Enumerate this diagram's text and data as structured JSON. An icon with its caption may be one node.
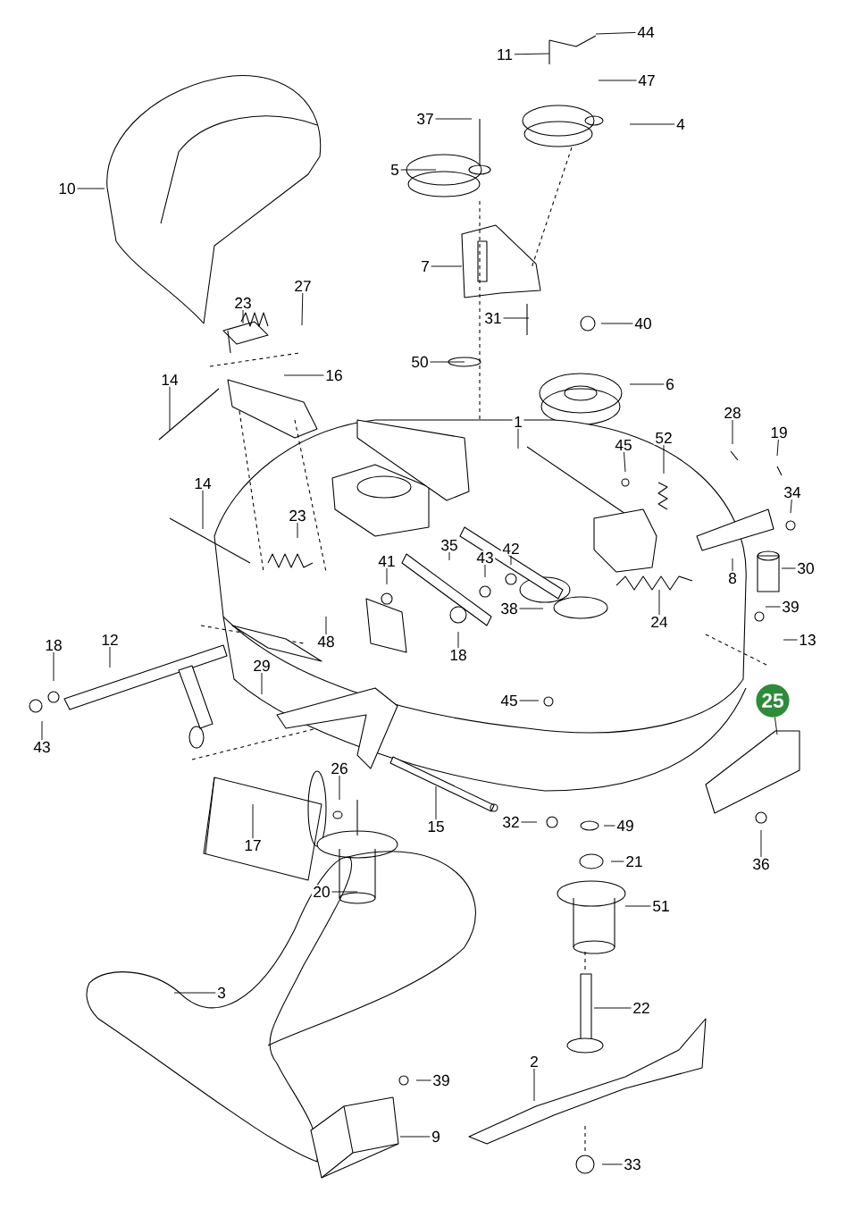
{
  "diagram": {
    "nodes": [
      {
        "text": [
          "44"
        ]
      },
      {
        "text": [
          "11"
        ]
      },
      {
        "text": [
          "47"
        ]
      },
      {
        "text": [
          "37"
        ]
      },
      {
        "text": [
          "4"
        ]
      },
      {
        "text": [
          "5"
        ]
      },
      {
        "text": [
          "10"
        ]
      },
      {
        "text": [
          "7"
        ]
      },
      {
        "text": [
          "27"
        ]
      },
      {
        "text": [
          "31"
        ]
      },
      {
        "text": [
          "40"
        ]
      },
      {
        "text": [
          "23"
        ]
      },
      {
        "text": [
          "16"
        ]
      },
      {
        "text": [
          "50"
        ]
      },
      {
        "text": [
          "6"
        ]
      },
      {
        "text": [
          "14"
        ]
      },
      {
        "text": [
          "1"
        ]
      },
      {
        "text": [
          "28"
        ]
      },
      {
        "text": [
          "19"
        ]
      },
      {
        "text": [
          "45"
        ]
      },
      {
        "text": [
          "52"
        ]
      },
      {
        "text": [
          "34"
        ]
      },
      {
        "text": [
          "14"
        ]
      },
      {
        "text": [
          "23"
        ]
      },
      {
        "text": [
          "35"
        ]
      },
      {
        "text": [
          "42"
        ]
      },
      {
        "text": [
          "43"
        ]
      },
      {
        "text": [
          "41"
        ]
      },
      {
        "text": [
          "30"
        ]
      },
      {
        "text": [
          "8"
        ]
      },
      {
        "text": [
          "38"
        ]
      },
      {
        "text": [
          "24"
        ]
      },
      {
        "text": [
          "39"
        ]
      },
      {
        "text": [
          "12"
        ]
      },
      {
        "text": [
          "18"
        ]
      },
      {
        "text": [
          "18"
        ]
      },
      {
        "text": [
          "48"
        ]
      },
      {
        "text": [
          "13"
        ]
      },
      {
        "text": [
          "29"
        ]
      },
      {
        "text": [
          "25"
        ]
      },
      {
        "text": [
          "45"
        ]
      },
      {
        "text": [
          "43"
        ]
      },
      {
        "text": [
          "26"
        ]
      },
      {
        "text": [
          "15"
        ]
      },
      {
        "text": [
          "32"
        ]
      },
      {
        "text": [
          "49"
        ]
      },
      {
        "text": [
          "17"
        ]
      },
      {
        "text": [
          "36"
        ]
      },
      {
        "text": [
          "21"
        ]
      },
      {
        "text": [
          "20"
        ]
      },
      {
        "text": [
          "51"
        ]
      },
      {
        "text": [
          "3"
        ]
      },
      {
        "text": [
          "22"
        ]
      },
      {
        "text": [
          "39"
        ]
      },
      {
        "text": [
          "2"
        ]
      },
      {
        "text": [
          "9"
        ]
      },
      {
        "text": [
          "33"
        ]
      }
    ],
    "edges": [
      {
        "from": 0,
        "to": null,
        "arrow": "none"
      },
      {
        "from": 1,
        "to": null,
        "arrow": "none"
      },
      {
        "from": 2,
        "to": null,
        "arrow": "none"
      },
      {
        "from": 3,
        "to": null,
        "arrow": "none"
      },
      {
        "from": 4,
        "to": null,
        "arrow": "none"
      },
      {
        "from": 5,
        "to": null,
        "arrow": "none"
      },
      {
        "from": 6,
        "to": null,
        "arrow": "none"
      },
      {
        "from": 7,
        "to": null,
        "arrow": "none"
      },
      {
        "from": 8,
        "to": null,
        "arrow": "none"
      },
      {
        "from": 9,
        "to": null,
        "arrow": "none"
      },
      {
        "from": 10,
        "to": null,
        "arrow": "none"
      },
      {
        "from": 11,
        "to": null,
        "arrow": "none"
      },
      {
        "from": 12,
        "to": null,
        "arrow": "none"
      },
      {
        "from": 13,
        "to": null,
        "arrow": "none"
      },
      {
        "from": 14,
        "to": null,
        "arrow": "none"
      },
      {
        "from": 15,
        "to": null,
        "arrow": "none"
      },
      {
        "from": 16,
        "to": null,
        "arrow": "none"
      },
      {
        "from": 17,
        "to": null,
        "arrow": "none"
      },
      {
        "from": 18,
        "to": null,
        "arrow": "none"
      },
      {
        "from": 19,
        "to": null,
        "arrow": "none"
      },
      {
        "from": 20,
        "to": null,
        "arrow": "none"
      },
      {
        "from": 21,
        "to": null,
        "arrow": "none"
      },
      {
        "from": 22,
        "to": null,
        "arrow": "none"
      },
      {
        "from": 23,
        "to": null,
        "arrow": "none"
      },
      {
        "from": 24,
        "to": null,
        "arrow": "none"
      },
      {
        "from": 25,
        "to": null,
        "arrow": "none"
      },
      {
        "from": 26,
        "to": null,
        "arrow": "none"
      },
      {
        "from": 27,
        "to": null,
        "arrow": "none"
      },
      {
        "from": 28,
        "to": null,
        "arrow": "none"
      },
      {
        "from": 29,
        "to": null,
        "arrow": "none"
      },
      {
        "from": 30,
        "to": null,
        "arrow": "none"
      },
      {
        "from": 31,
        "to": null,
        "arrow": "none"
      },
      {
        "from": 32,
        "to": null,
        "arrow": "none"
      },
      {
        "from": 33,
        "to": null,
        "arrow": "none"
      },
      {
        "from": 34,
        "to": null,
        "arrow": "none"
      },
      {
        "from": 35,
        "to": null,
        "arrow": "none"
      },
      {
        "from": 36,
        "to": null,
        "arrow": "none"
      },
      {
        "from": 37,
        "to": null,
        "arrow": "none"
      },
      {
        "from": 38,
        "to": null,
        "arrow": "none"
      },
      {
        "from": 39,
        "to": null,
        "arrow": "none"
      },
      {
        "from": 40,
        "to": null,
        "arrow": "none"
      },
      {
        "from": 41,
        "to": null,
        "arrow": "none"
      },
      {
        "from": 42,
        "to": null,
        "arrow": "none"
      },
      {
        "from": 43,
        "to": null,
        "arrow": "none"
      },
      {
        "from": 44,
        "to": null,
        "arrow": "none"
      },
      {
        "from": 45,
        "to": null,
        "arrow": "none"
      },
      {
        "from": 46,
        "to": null,
        "arrow": "none"
      },
      {
        "from": 47,
        "to": null,
        "arrow": "none"
      },
      {
        "from": 48,
        "to": null,
        "arrow": "none"
      },
      {
        "from": 49,
        "to": null,
        "arrow": "none"
      },
      {
        "from": 50,
        "to": null,
        "arrow": "none"
      },
      {
        "from": 51,
        "to": null,
        "arrow": "none"
      },
      {
        "from": 52,
        "to": null,
        "arrow": "none"
      },
      {
        "from": 53,
        "to": null,
        "arrow": "none"
      },
      {
        "from": 54,
        "to": null,
        "arrow": "none"
      },
      {
        "from": 55,
        "to": null,
        "arrow": "none"
      },
      {
        "from": 56,
        "to": null,
        "arrow": "none"
      }
    ]
  }
}
